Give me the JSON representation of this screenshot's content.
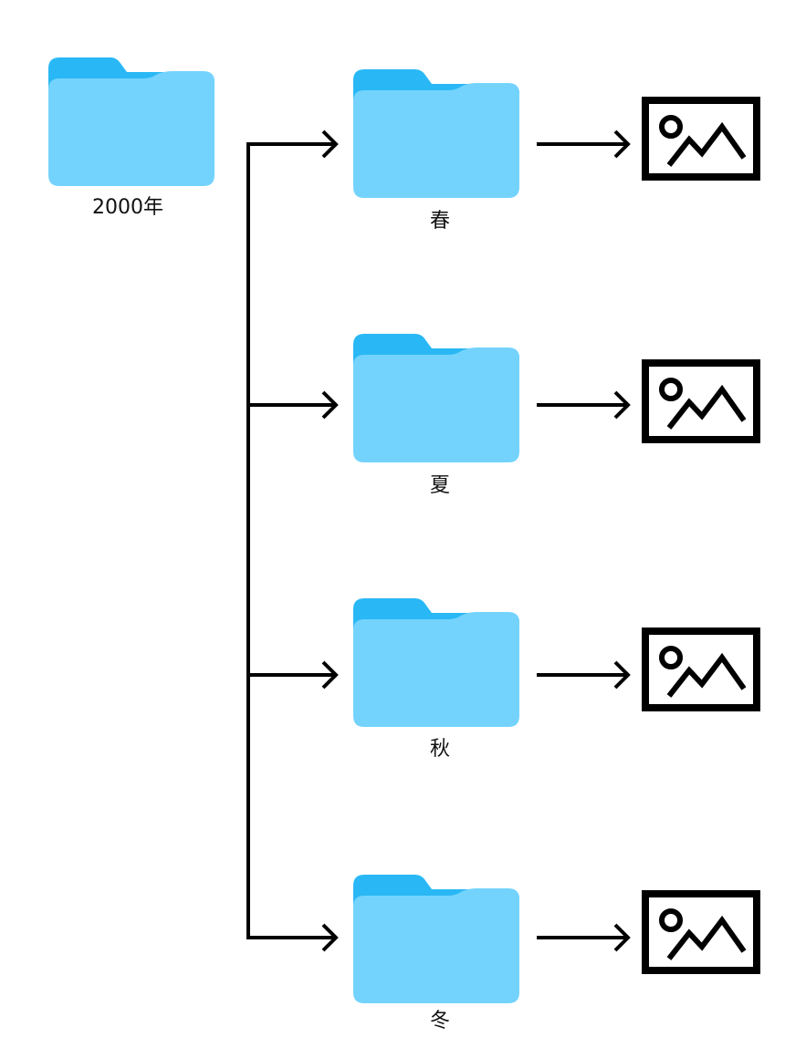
{
  "colors": {
    "folder_back": "#29b8f5",
    "folder_front": "#74d3fd",
    "line": "#000000"
  },
  "root_folder": {
    "label": "2000年",
    "icon": "folder-icon"
  },
  "season_folders": [
    {
      "label": "春",
      "icon": "folder-icon",
      "target_icon": "image-icon"
    },
    {
      "label": "夏",
      "icon": "folder-icon",
      "target_icon": "image-icon"
    },
    {
      "label": "秋",
      "icon": "folder-icon",
      "target_icon": "image-icon"
    },
    {
      "label": "冬",
      "icon": "folder-icon",
      "target_icon": "image-icon"
    }
  ]
}
